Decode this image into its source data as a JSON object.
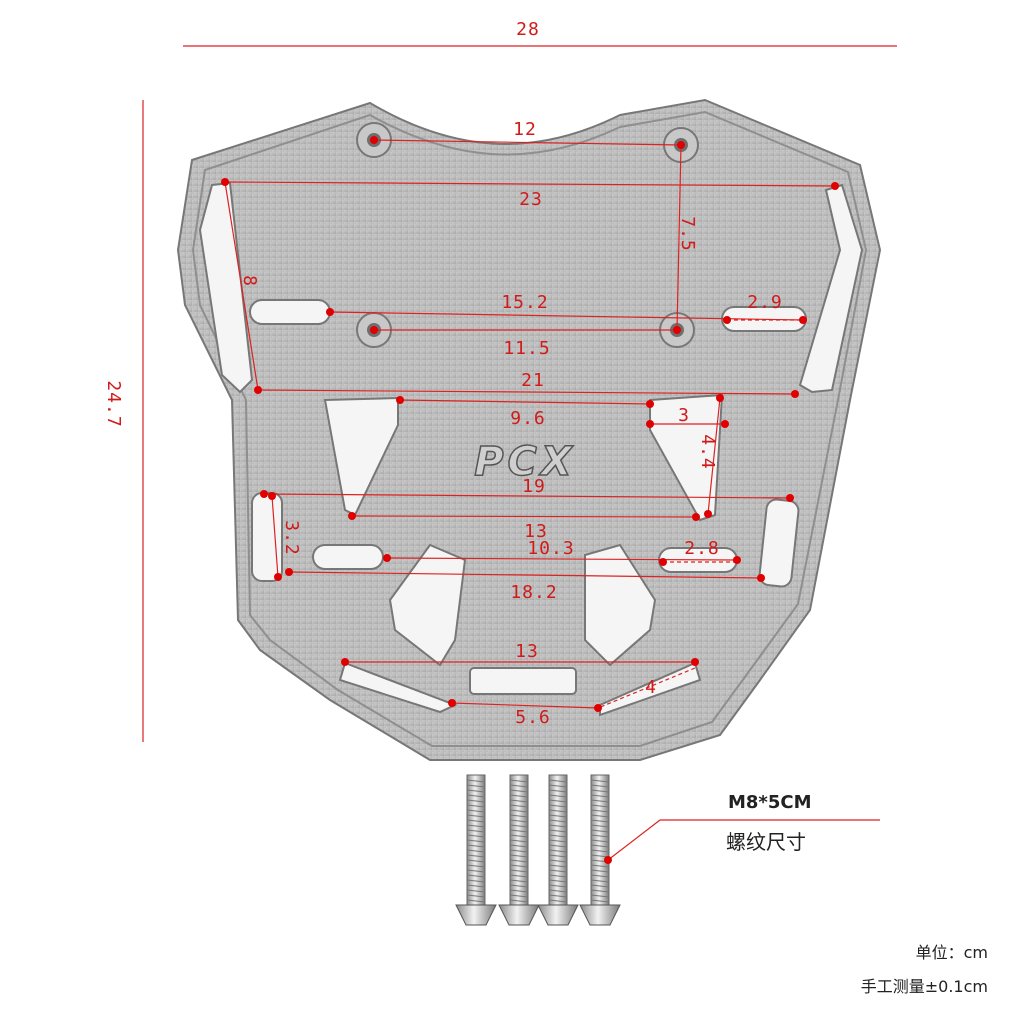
{
  "dimensions": {
    "overall_width": "28",
    "overall_height": "24.7",
    "top_hole_span": "12",
    "upper_width": "23",
    "vertical_hole_span": "7.5",
    "side_slot_height": "8",
    "slot_span": "15.2",
    "mid_hole_span": "11.5",
    "slot_length": "2.9",
    "mid_width": "21",
    "upper_cutout_width": "9.6",
    "cutout_detail_width": "3",
    "cutout_detail_height": "4.4",
    "lower_width": "19",
    "lower_cutout_width": "13",
    "side_slot_length": "3.2",
    "lower_slot_span": "10.3",
    "lower_slot_length": "2.8",
    "bottom_width": "18.2",
    "bottom_slot_span": "13",
    "bottom_slot_length": "4",
    "bottom_inner_span": "5.6"
  },
  "logo_text": "PCX",
  "screws": {
    "spec": "M8*5CM",
    "caption": "螺纹尺寸",
    "count": 4
  },
  "notes": {
    "unit": "单位：cm",
    "tolerance": "手工测量±0.1cm"
  },
  "colors": {
    "dimension": "#d11a1a",
    "plate": "#b9b9b9",
    "leader": "#d22222"
  }
}
